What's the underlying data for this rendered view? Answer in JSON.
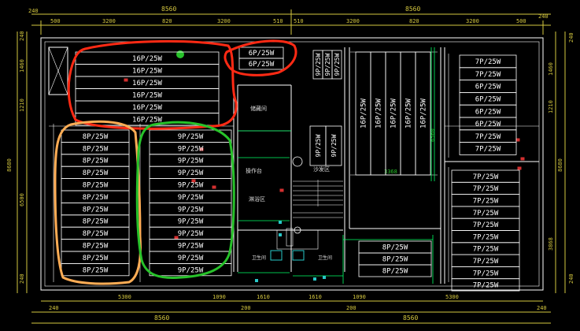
{
  "colors": {
    "background": "#000000",
    "dimension": "#d4c73f",
    "wall": "#ffffff",
    "module_text": "#ffffff",
    "room_line": "#00ff66",
    "label_text": "#dddddd",
    "annotation_red": "#ff2a14",
    "annotation_orange": "#ffad55",
    "annotation_green": "#27c22a",
    "marker_red": "#d43030",
    "marker_cyan": "#28c8c8"
  },
  "dimensions": {
    "top_total": [
      "8560",
      "8560"
    ],
    "top_row": [
      "500",
      "3200",
      "820",
      "3200",
      "510",
      "510",
      "3200",
      "820",
      "3200",
      "500"
    ],
    "top_corners": [
      "240",
      "240"
    ],
    "bottom_row": [
      "5300",
      "1090",
      "1610",
      "1610",
      "1090",
      "5300"
    ],
    "bottom_small": [
      "240",
      "200",
      "200",
      "240"
    ],
    "bottom_total": [
      "8560",
      "8560"
    ],
    "left": [
      "240",
      "1460",
      "1210",
      "6500",
      "240"
    ],
    "left_total": "8680",
    "right": [
      "240",
      "1460",
      "1210",
      "3868",
      "240"
    ],
    "right_total": "8680",
    "inner_vertical": "6560",
    "inner_horizontal": "3368"
  },
  "rooms": {
    "room_a": "储藏间",
    "room_b": "操作台",
    "room_c": "淋浴区",
    "room_d": "沙发区",
    "wash_l": "卫生间",
    "wash_r": "卫生间"
  },
  "modules": {
    "top_left": [
      "16P/25W",
      "16P/25W",
      "16P/25W",
      "16P/25W",
      "16P/25W",
      "16P/25W"
    ],
    "top_center": [
      "6P/25W",
      "6P/25W"
    ],
    "left_col": [
      "8P/25W",
      "8P/25W",
      "8P/25W",
      "8P/25W",
      "8P/25W",
      "8P/25W",
      "8P/25W",
      "8P/25W",
      "8P/25W",
      "8P/25W",
      "8P/25W",
      "8P/25W"
    ],
    "center_col": [
      "9P/25W",
      "9P/25W",
      "9P/25W",
      "9P/25W",
      "9P/25W",
      "9P/25W",
      "9P/25W",
      "9P/25W",
      "9P/25W",
      "9P/25W",
      "9P/25W",
      "9P/25W"
    ],
    "small_vertical": [
      "9P/25W",
      "9P/25W",
      "9P/25W"
    ],
    "tall_vertical": [
      "9P/25W",
      "9P/25W"
    ],
    "big_vertical": [
      "16P/25W",
      "16P/25W",
      "16P/25W",
      "16P/25W",
      "16P/25W"
    ],
    "right_top": [
      "7P/25W",
      "7P/25W",
      "6P/25W",
      "6P/25W",
      "6P/25W",
      "6P/25W",
      "7P/25W",
      "7P/25W"
    ],
    "right_bottom": [
      "7P/25W",
      "7P/25W",
      "7P/25W",
      "7P/25W",
      "7P/25W",
      "7P/25W",
      "7P/25W",
      "7P/25W",
      "7P/25W",
      "7P/25W"
    ],
    "bottom_center": [
      "8P/25W",
      "8P/25W",
      "8P/25W"
    ]
  }
}
